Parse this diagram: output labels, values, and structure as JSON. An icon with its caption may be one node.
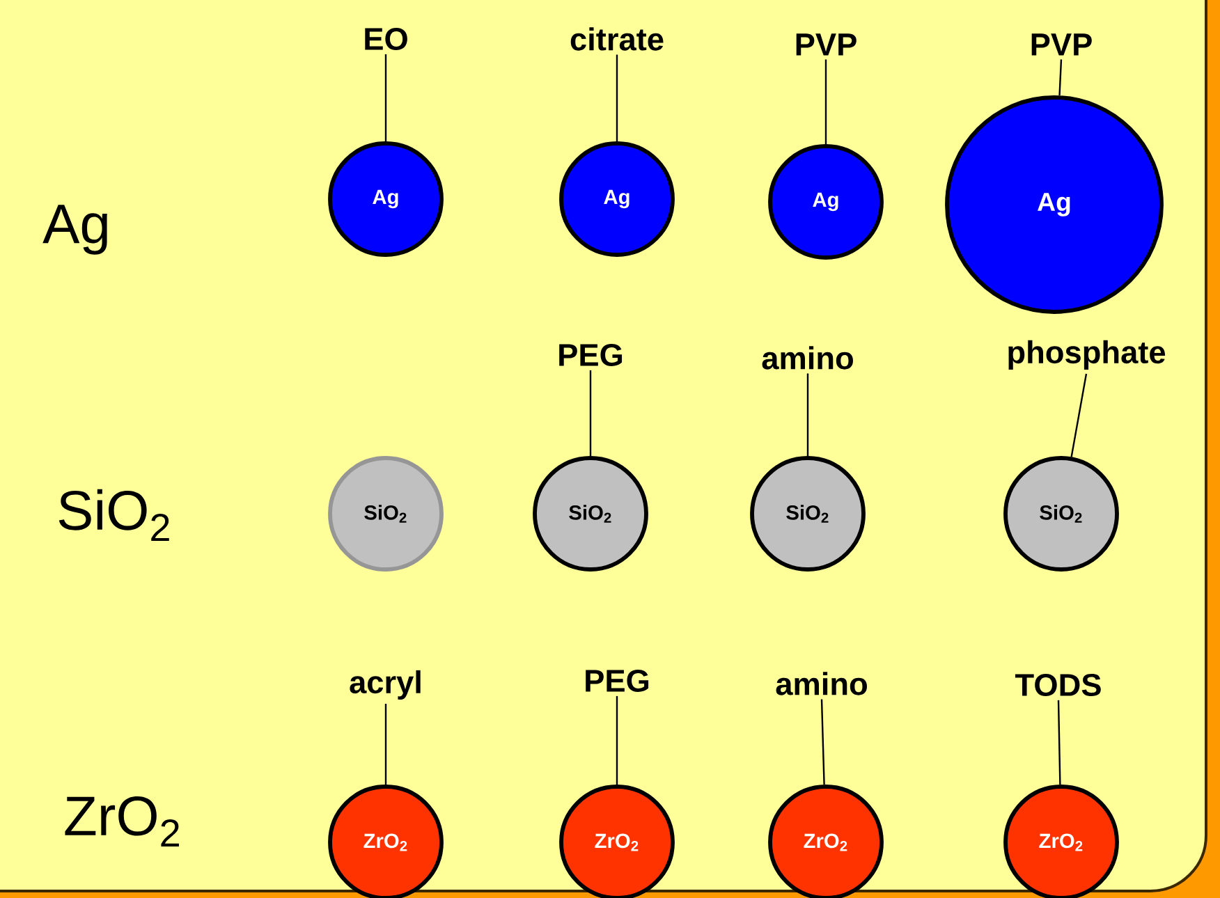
{
  "diagram": {
    "nodes": [
      {
        "text": [
          "EO"
        ]
      },
      {
        "text": [
          "citrate"
        ]
      },
      {
        "text": [
          "PVP"
        ]
      },
      {
        "text": [
          "PVP"
        ]
      },
      {
        "text": [
          "Ag"
        ]
      },
      {
        "text": [
          "Ag"
        ]
      },
      {
        "text": [
          "Ag"
        ]
      },
      {
        "text": [
          "Ag"
        ]
      },
      {
        "text": [
          "PEG"
        ]
      },
      {
        "text": [
          "amino"
        ]
      },
      {
        "text": [
          "phosphate"
        ]
      },
      {
        "text": [
          "SiO$_{2}$"
        ]
      },
      {
        "text": [
          "SiO$_{2}$"
        ]
      },
      {
        "text": [
          "SiO$_{2}$"
        ]
      },
      {
        "text": [
          "SiO$_{2}$"
        ]
      },
      {
        "text": [
          "acryl"
        ]
      },
      {
        "text": [
          "PEG"
        ]
      },
      {
        "text": [
          "amino"
        ]
      },
      {
        "text": [
          "TODS"
        ]
      },
      {
        "text": [
          "ZrO$_{2}$"
        ]
      },
      {
        "text": [
          "ZrO$_{2}$"
        ]
      },
      {
        "text": [
          "ZrO$_{2}$"
        ]
      },
      {
        "text": [
          "ZrO$_{2}$"
        ]
      }
    ],
    "edges": [
      {
        "from": 0,
        "to": 4,
        "arrow": "none"
      },
      {
        "from": 1,
        "to": 5,
        "arrow": "none"
      },
      {
        "from": 2,
        "to": 6,
        "arrow": "none"
      },
      {
        "from": 3,
        "to": 7,
        "arrow": "none"
      },
      {
        "from": 8,
        "to": 12,
        "arrow": "none"
      },
      {
        "from": 9,
        "to": 13,
        "arrow": "none"
      },
      {
        "from": 10,
        "to": 14,
        "arrow": "none"
      },
      {
        "from": 15,
        "to": 19,
        "arrow": "none"
      },
      {
        "from": 16,
        "to": 20,
        "arrow": "none"
      },
      {
        "from": 17,
        "to": 21,
        "arrow": "none"
      },
      {
        "from": 18,
        "to": 22,
        "arrow": "none"
      }
    ],
    "labels": [
      "Ag",
      "SiO$_{2}$",
      "ZrO$_{2}$"
    ]
  }
}
